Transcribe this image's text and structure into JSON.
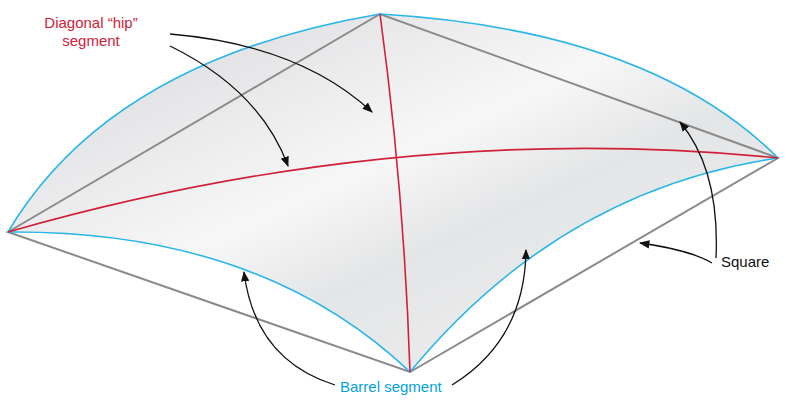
{
  "diagram": {
    "labels": [
      "Diagonal “hip” segment",
      "Square",
      "Barrel segment"
    ]
  }
}
